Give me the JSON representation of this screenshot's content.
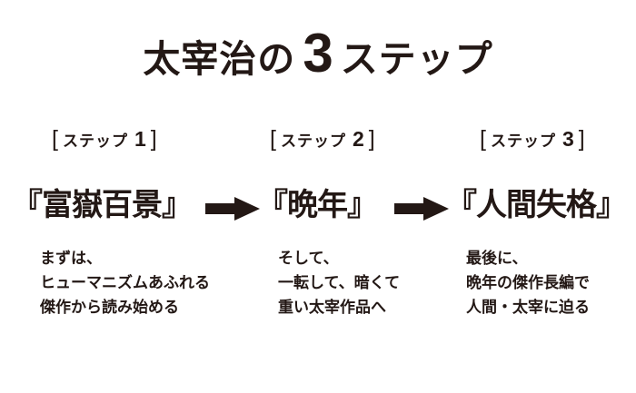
{
  "colors": {
    "ink": "#231815",
    "background": "#ffffff"
  },
  "title": {
    "prefix": "太宰治の",
    "number": "3",
    "suffix": "ステップ"
  },
  "punctuation": {
    "bracket_open": "[",
    "bracket_close": "]"
  },
  "icons": {
    "arrow_right": "right-arrow solid glyph ➡"
  },
  "steps": [
    {
      "label": "ステップ",
      "number": "1",
      "book_title": "『富嶽百景』",
      "desc_lines": [
        "まずは、",
        "ヒューマニズムあふれる",
        "傑作から読み始める"
      ]
    },
    {
      "label": "ステップ",
      "number": "2",
      "book_title": "『晩年』",
      "desc_lines": [
        "そして、",
        "一転して、暗くて",
        "重い太宰作品へ"
      ]
    },
    {
      "label": "ステップ",
      "number": "3",
      "book_title": "『人間失格』",
      "desc_lines": [
        "最後に、",
        "晩年の傑作長編で",
        "人間・太宰に迫る"
      ]
    }
  ]
}
